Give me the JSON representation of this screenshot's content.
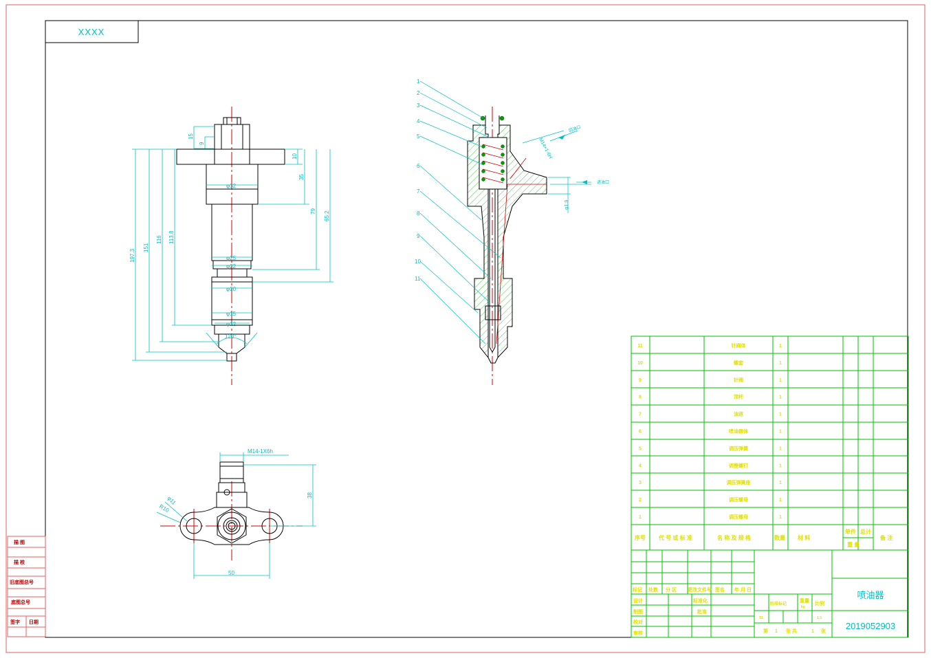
{
  "colors": {
    "frame": "#e06060",
    "outline": "#000000",
    "table": "#00c000",
    "dimension": "#00bfc0",
    "centerline": "#d00000",
    "text_yellow": "#e0e000",
    "text_cyan": "#00bfc0",
    "hatch": "#00b000",
    "spring": "#008000"
  },
  "drawing_code_box": "XXXX",
  "drawing_number": "2019052903",
  "drawing_name": "喷油器",
  "front_view_dims": {
    "d32": "φ32",
    "d25": "φ25",
    "d22": "φ22",
    "d20": "φ20",
    "d15": "φ15",
    "d12": "φ12",
    "angle": "120°",
    "h15": "15",
    "h9": "9",
    "h10": "10",
    "h35": "35",
    "h79": "79",
    "h65_2": "65.2",
    "h113_8": "113.8",
    "h116": "116",
    "h151": "151",
    "h197_3": "197.3"
  },
  "top_view_dims": {
    "thread": "M14-1X6h",
    "d11": "φ11",
    "r10": "R10",
    "w50": "50",
    "h38": "38"
  },
  "section_view": {
    "part_numbers": [
      "1",
      "2",
      "3",
      "4",
      "5",
      "6",
      "7",
      "8",
      "9",
      "10",
      "11"
    ],
    "thread": "M14×1-6H",
    "d1_9": "φ1.9",
    "label_return": "回油口",
    "label_inlet": "进油口"
  },
  "bom": {
    "rows": [
      {
        "no": "11",
        "name": "针阀体",
        "qty": "1"
      },
      {
        "no": "10",
        "name": "螺套",
        "qty": "1"
      },
      {
        "no": "9",
        "name": "针阀",
        "qty": "1"
      },
      {
        "no": "8",
        "name": "顶杆",
        "qty": "1"
      },
      {
        "no": "7",
        "name": "油道",
        "qty": "1"
      },
      {
        "no": "6",
        "name": "喷油器体",
        "qty": "1"
      },
      {
        "no": "5",
        "name": "调压弹簧",
        "qty": "1"
      },
      {
        "no": "4",
        "name": "调整螺钉",
        "qty": "1"
      },
      {
        "no": "3",
        "name": "调压弹簧座",
        "qty": "1"
      },
      {
        "no": "2",
        "name": "调压螺母",
        "qty": "1"
      },
      {
        "no": "1",
        "name": "调压螺母",
        "qty": "1"
      }
    ],
    "header": {
      "seq": "序号",
      "code": "代 号 或 标 准",
      "name": "名 称 及 规 格",
      "qty": "数量",
      "material": "材          料",
      "unit": "单件",
      "total": "总计",
      "weight": "重    量",
      "remark": "备    注"
    }
  },
  "title_block": {
    "mark": "标记",
    "count": "处数",
    "zone": "分  区",
    "change_doc": "更改文件号",
    "sign": "签名",
    "date": "年 月 日",
    "design": "设计",
    "standardize": "标准化",
    "draw": "制图",
    "approve": "批准",
    "check": "校对",
    "audit": "审核",
    "stage": "阶段标记",
    "weight_lbl": "重量",
    "weight_unit": "kg",
    "scale": "比例",
    "scale_val": "1:1",
    "stage_val": "S1",
    "sheet_prefix": "第",
    "sheet_no": "1",
    "sheet_mid": "张  共",
    "sheet_total": "1",
    "sheet_suffix": "张"
  },
  "left_strip": [
    "描    图",
    "描    校",
    "旧底图总号",
    "底图总号",
    "签字",
    "日期"
  ]
}
